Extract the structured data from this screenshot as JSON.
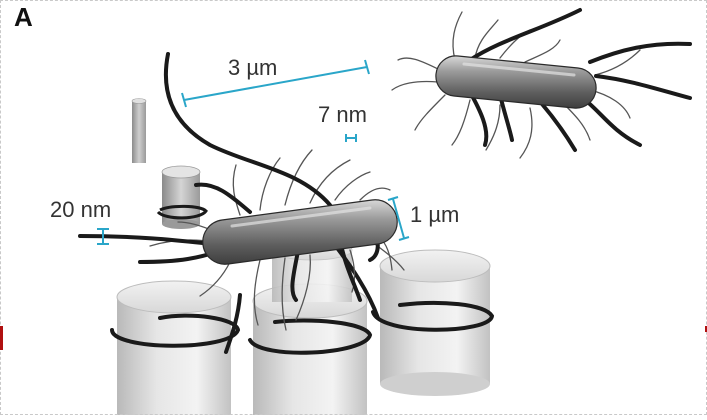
{
  "figure": {
    "panel_label": "A",
    "labels": {
      "length": "3 µm",
      "pilus_width": "7 nm",
      "flagellum_width": "20 nm",
      "cell_width": "1 µm"
    },
    "colors": {
      "measure_line": "#2aa6c9",
      "text": "#333333",
      "flagella": "#1a1a1a",
      "pili": "#555555"
    }
  }
}
